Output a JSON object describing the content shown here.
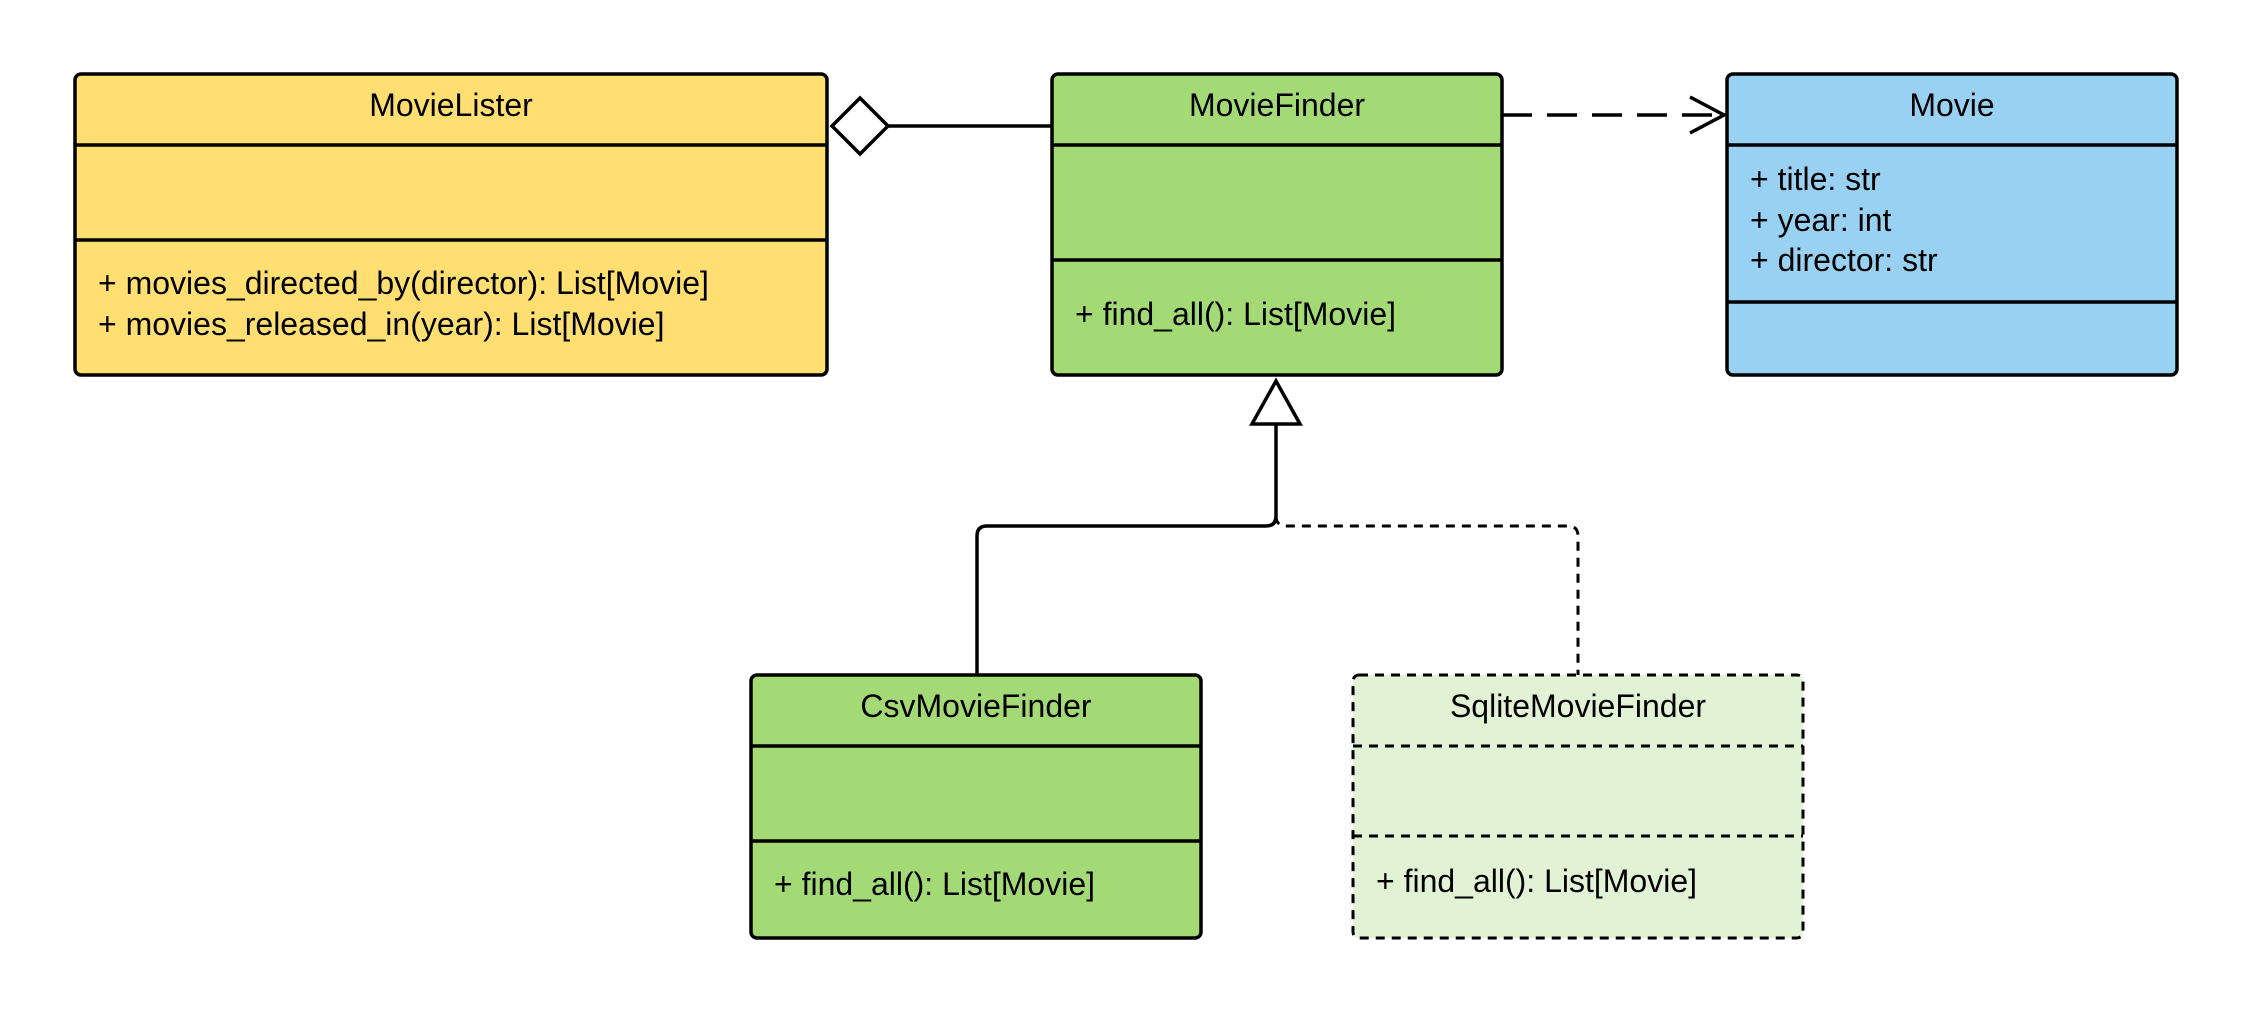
{
  "diagram": {
    "classes": {
      "movie_lister": {
        "name": "MovieLister",
        "attributes": [],
        "methods": [
          "+ movies_directed_by(director): List[Movie]",
          "+ movies_released_in(year): List[Movie]"
        ],
        "fill": "#FFDF71"
      },
      "movie_finder": {
        "name": "MovieFinder",
        "attributes": [],
        "methods": [
          "+ find_all(): List[Movie]"
        ],
        "fill": "#A3DA76"
      },
      "movie": {
        "name": "Movie",
        "attributes": [
          "+ title: str",
          "+ year: int",
          "+ director: str"
        ],
        "methods": [],
        "fill": "#99D1F2"
      },
      "csv_movie_finder": {
        "name": "CsvMovieFinder",
        "attributes": [],
        "methods": [
          "+ find_all(): List[Movie]"
        ],
        "fill": "#A3DA76"
      },
      "sqlite_movie_finder": {
        "name": "SqliteMovieFinder",
        "attributes": [],
        "methods": [
          "+ find_all(): List[Movie]"
        ],
        "fill": "#E2F2D5",
        "dashed": true
      }
    },
    "relations": [
      {
        "type": "aggregation",
        "from": "movie_lister",
        "to": "movie_finder"
      },
      {
        "type": "dependency",
        "from": "movie_finder",
        "to": "movie"
      },
      {
        "type": "generalization",
        "from": "csv_movie_finder",
        "to": "movie_finder"
      },
      {
        "type": "realization",
        "from": "sqlite_movie_finder",
        "to": "movie_finder"
      }
    ],
    "stroke": "#000000"
  }
}
